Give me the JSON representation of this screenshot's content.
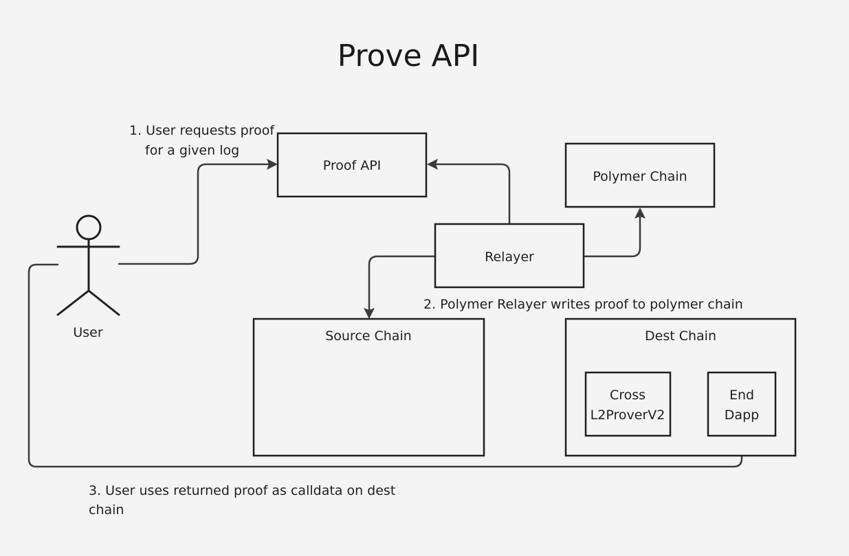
{
  "title": "Prove API",
  "nodes": {
    "proof_api": "Proof API",
    "polymer_chain": "Polymer Chain",
    "relayer": "Relayer",
    "source_chain": "Source Chain",
    "dest_chain": "Dest Chain",
    "cross_prover": [
      "Cross",
      "L2ProverV2"
    ],
    "end_dapp": [
      "End",
      "Dapp"
    ]
  },
  "actor": {
    "label": "User"
  },
  "annotations": {
    "step1": [
      "1. User requests proof",
      "for a given log"
    ],
    "step2": "2. Polymer Relayer writes proof to polymer chain",
    "step3": [
      "3. User uses returned proof as calldata on dest",
      "chain"
    ]
  },
  "colors": {
    "background": "#f4f4f4",
    "stroke": "#1f1f1f",
    "arrow": "#3a3a3a"
  }
}
